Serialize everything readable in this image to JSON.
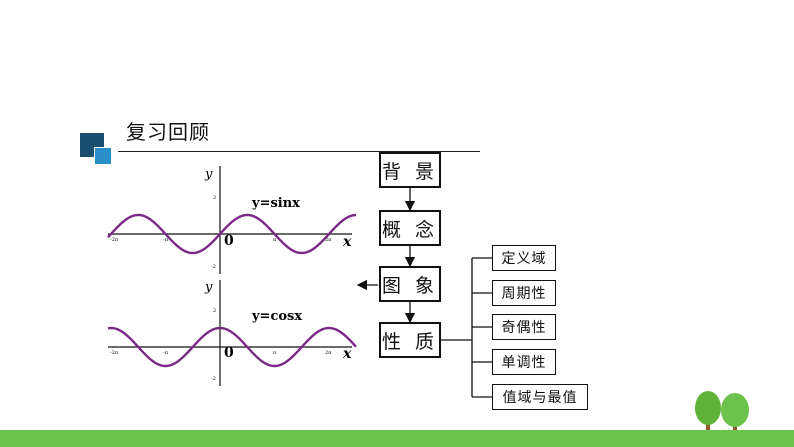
{
  "section": {
    "title": "复习回顾"
  },
  "flow": {
    "main": [
      "背 景",
      "概 念",
      "图 象",
      "性 质"
    ],
    "properties": [
      "定义域",
      "周期性",
      "奇偶性",
      "单调性",
      "值域与最值"
    ]
  },
  "graphs": {
    "sin": {
      "func_label": "y=sinx",
      "y_label": "y",
      "x_label": "x",
      "origin": "0",
      "ticks_x": [
        "-2π",
        "-π",
        "π",
        "2π"
      ],
      "ticks_y": [
        "2",
        "-2"
      ]
    },
    "cos": {
      "func_label": "y=cosx",
      "y_label": "y",
      "x_label": "x",
      "origin": "0",
      "ticks_x": [
        "-2π",
        "-π",
        "π",
        "2π"
      ],
      "ticks_y": [
        "2",
        "-2"
      ]
    }
  },
  "colors": {
    "curve": "#7a2a86",
    "accent_dark": "#1a4e6e",
    "accent_light": "#2a8fc8",
    "grass": "#6cc24a"
  }
}
